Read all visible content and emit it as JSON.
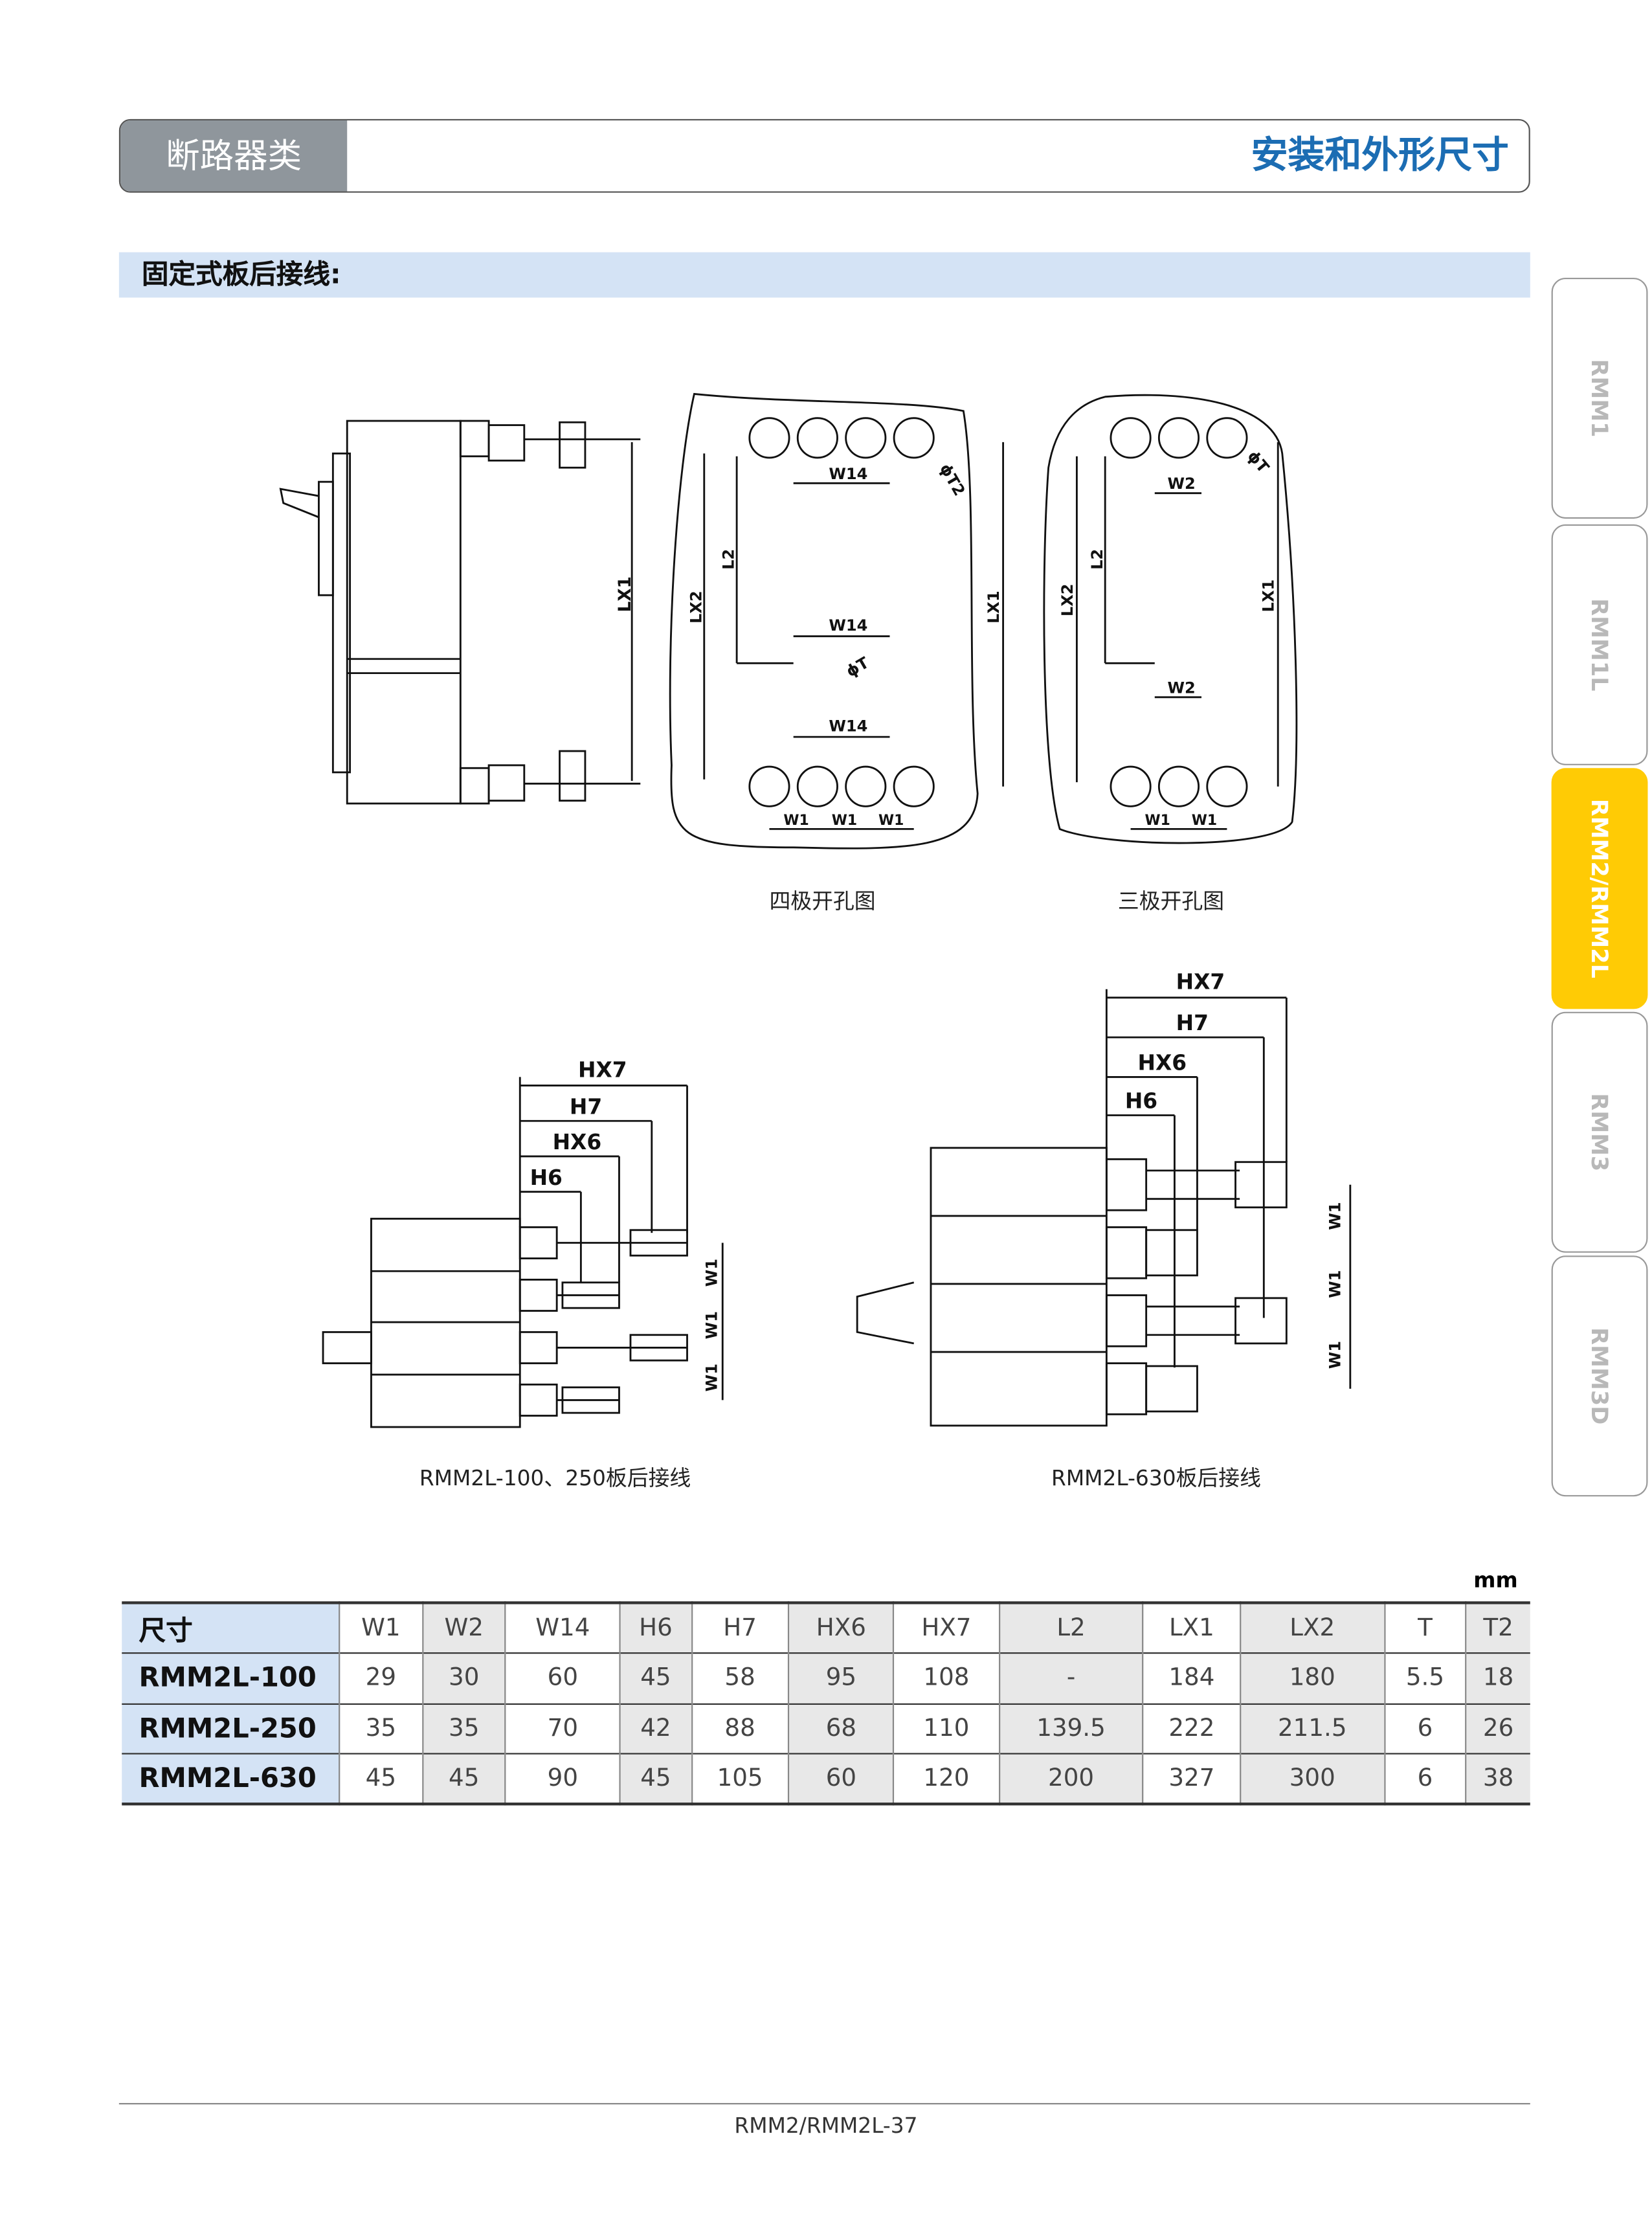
{
  "header": {
    "category": "断路器类",
    "title": "安装和外形尺寸"
  },
  "section_title": "固定式板后接线:",
  "side_tabs": [
    {
      "label": "RMM1"
    },
    {
      "label": "RMM1L"
    },
    {
      "label": "RMM2/RMM2L"
    },
    {
      "label": "RMM3"
    },
    {
      "label": "RMM3D"
    }
  ],
  "active_tab": "RMM2/RMM2L",
  "drawings": {
    "side_view": {
      "lx1": "LX1"
    },
    "four_pole": {
      "w14": "W14",
      "t2": "ϕT2",
      "l2": "L2",
      "lx2": "LX2",
      "lx1": "LX1",
      "t": "ϕT",
      "w1": "W1",
      "caption": "四极开孔图"
    },
    "three_pole": {
      "w2": "W2",
      "t": "ϕT",
      "l2": "L2",
      "lx2": "LX2",
      "lx1": "LX1",
      "w1": "W1",
      "caption": "三极开孔图"
    },
    "rear_100_250": {
      "hx7": "HX7",
      "h7": "H7",
      "hx6": "HX6",
      "h6": "H6",
      "w1": "W1",
      "caption": "RMM2L-100、250板后接线"
    },
    "rear_630": {
      "hx7": "HX7",
      "h7": "H7",
      "hx6": "HX6",
      "h6": "H6",
      "w1": "W1",
      "caption": "RMM2L-630板后接线"
    }
  },
  "table": {
    "unit": "mm",
    "header": [
      "尺寸",
      "W1",
      "W2",
      "W14",
      "H6",
      "H7",
      "HX6",
      "HX7",
      "L2",
      "LX1",
      "LX2",
      "T",
      "T2"
    ],
    "rows": [
      [
        "RMM2L-100",
        "29",
        "30",
        "60",
        "45",
        "58",
        "95",
        "108",
        "-",
        "184",
        "180",
        "5.5",
        "18"
      ],
      [
        "RMM2L-250",
        "35",
        "35",
        "70",
        "42",
        "88",
        "68",
        "110",
        "139.5",
        "222",
        "211.5",
        "6",
        "26"
      ],
      [
        "RMM2L-630",
        "45",
        "45",
        "90",
        "45",
        "105",
        "60",
        "120",
        "200",
        "327",
        "300",
        "6",
        "38"
      ]
    ]
  },
  "footer": {
    "page": "RMM2/RMM2L-37"
  }
}
